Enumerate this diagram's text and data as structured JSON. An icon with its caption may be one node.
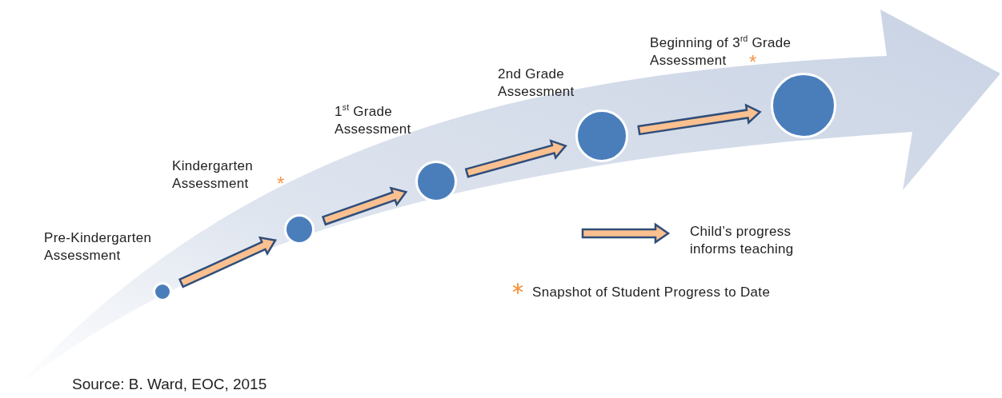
{
  "diagram": {
    "caption": "Source: B. Ward, EOC, 2015",
    "nodes": [
      {
        "text": [],
        "shape": "circle",
        "beside": [
          "Pre-Kindergarten Assessment"
        ]
      },
      {
        "text": [],
        "shape": "circle",
        "beside": [
          "Kindergarten Assessment"
        ]
      },
      {
        "text": [],
        "shape": "circle",
        "beside": [
          "1$^{st}$ Grade Assessment"
        ]
      },
      {
        "text": [],
        "shape": "circle",
        "beside": [
          "2nd Grade Assessment"
        ]
      },
      {
        "text": [],
        "shape": "circle",
        "beside": [
          "Beginning of  3$^{rd}$ Grade Assessment"
        ]
      }
    ],
    "edges": [
      {
        "from": 0,
        "to": 1,
        "arrow": "to"
      },
      {
        "from": 1,
        "to": 2,
        "arrow": "to"
      },
      {
        "from": 2,
        "to": 3,
        "arrow": "to"
      },
      {
        "from": 3,
        "to": 4,
        "arrow": "to"
      }
    ],
    "labels": [
      "*",
      "*"
    ],
    "legend": [
      {
        "text": "Child’s progress informs teaching"
      },
      {
        "text": "Snapshot of  Student Progress to Date"
      }
    ]
  }
}
